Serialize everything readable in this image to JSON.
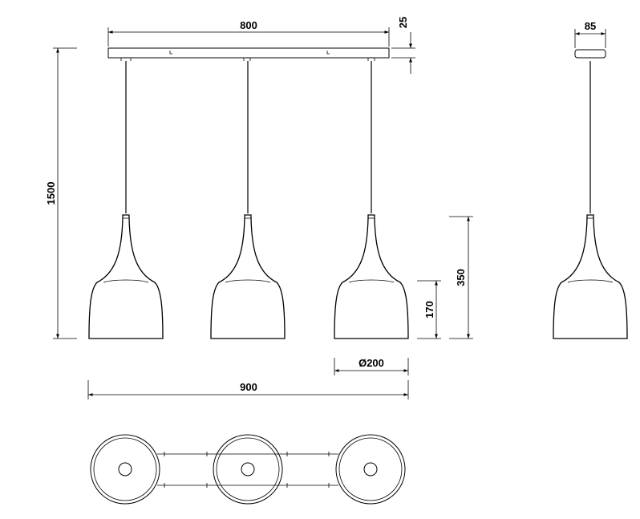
{
  "dimensions": {
    "canopy_length": "800",
    "canopy_height": "25",
    "canopy_depth": "85",
    "total_height": "1500",
    "shade_total_height": "350",
    "shade_bell_height": "170",
    "shade_diameter": "Ø200",
    "total_width": "900"
  },
  "drawing": {
    "line_color": "#000000",
    "background": "#ffffff",
    "pendant_count": 3
  }
}
